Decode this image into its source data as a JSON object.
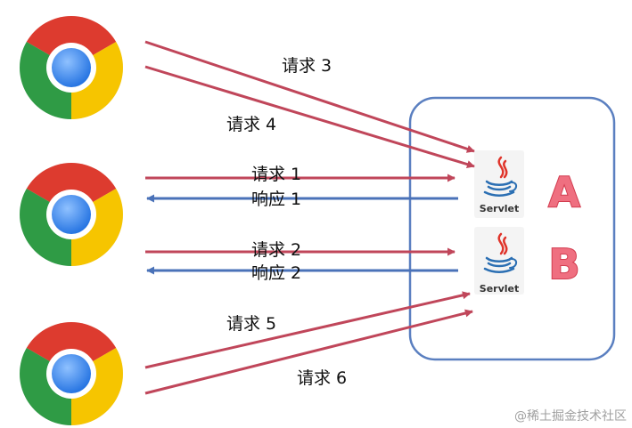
{
  "labels": {
    "req3": "请求 3",
    "req4": "请求 4",
    "req1": "请求 1",
    "resp1": "响应 1",
    "req2": "请求 2",
    "resp2": "响应 2",
    "req5": "请求 5",
    "req6": "请求 6"
  },
  "servlets": {
    "a": {
      "letter": "A",
      "caption": "Servlet"
    },
    "b": {
      "letter": "B",
      "caption": "Servlet"
    }
  },
  "watermark": "@稀土掘金技术社区",
  "colors": {
    "request_arrow": "#c0465a",
    "response_arrow": "#4a72b8",
    "container_border": "#5a7fc0",
    "letter_fill": "#ef6f80",
    "icons": [
      "chrome-icon",
      "java-icon"
    ]
  }
}
